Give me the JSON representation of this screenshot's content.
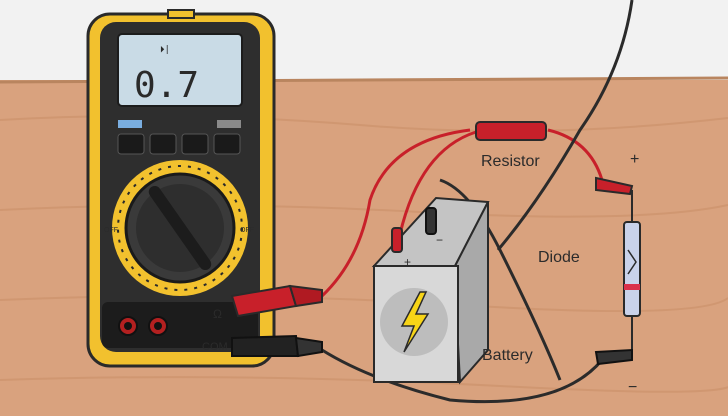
{
  "labels": {
    "resistor": "Resistor",
    "diode": "Diode",
    "battery": "Battery",
    "plus_terminal": "+",
    "minus_terminal": "−",
    "battery_plus": "+",
    "battery_minus": "−",
    "ohm_port": "Ω",
    "com_port": "COM",
    "dial_off_left": "OFF",
    "dial_off_right": "OFF"
  },
  "display": {
    "reading": "0.7",
    "mode_symbol": "⏵|"
  },
  "colors": {
    "wall": "#f2f2f2",
    "table": "#d9a27e",
    "meter_body": "#f2c12e",
    "meter_face": "#2e2e2e",
    "lcd": "#c9dbe6",
    "probe_red": "#c8202a",
    "probe_black": "#222222",
    "battery": "#d8d8d8",
    "bolt": "#f7d417"
  },
  "icons": {
    "bolt": "lightning-bolt-icon",
    "dial": "rotary-dial-icon"
  }
}
